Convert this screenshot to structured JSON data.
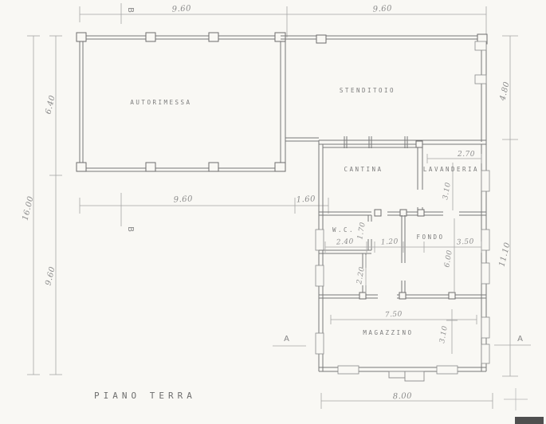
{
  "title": "PIANO TERRA",
  "rooms": {
    "autorimessa": "AUTORIMESSA",
    "stenditoio": "STENDITOIO",
    "cantina": "CANTINA",
    "lavanderia": "LAVANDERIA",
    "wc": "W.C.",
    "fondo": "FONDO",
    "magazzino": "MAGAZZINO"
  },
  "dims": {
    "garage_width": "9.60",
    "stenditoio_width": "9.60",
    "garage_depth": "6.40",
    "left_total": "16.00",
    "left_lower": "9.60",
    "mid_width": "9.60",
    "mid_offset": "1.60",
    "right_upper": "4.80",
    "right_lower": "11.10",
    "house_width": "8.00",
    "lavanderia_w": "2.70",
    "lavanderia_d": "3.10",
    "wc_w": "2.40",
    "wc_d": "1.70",
    "hall_w": "1.20",
    "hall_d": "2.20",
    "fondo_w": "3.50",
    "fondo_d": "6.00",
    "magazzino_w": "7.50",
    "magazzino_d": "3.10"
  },
  "sections": {
    "a": "A",
    "b": "B"
  }
}
